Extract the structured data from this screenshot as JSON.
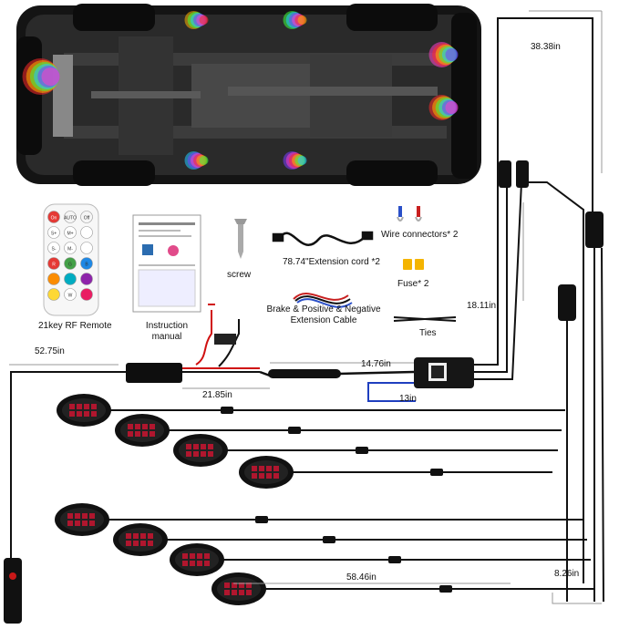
{
  "labels": {
    "remote": "21key RF Remote",
    "manual": "Instruction manual",
    "screw": "screw",
    "extension_cord": "78.74\"Extension cord *2",
    "wire_connectors": "Wire connectors* 2",
    "fuse": "Fuse* 2",
    "brake_cable": "Brake & Positive & Negative Extension Cable",
    "ties": "Ties",
    "len_38": "38.38in",
    "len_18": "18.11in",
    "len_52": "52.75in",
    "len_14": "14.76in",
    "len_21": "21.85in",
    "len_13": "13in",
    "len_58": "58.46in",
    "len_8": "8.26in"
  },
  "remote_keys": [
    "On",
    "AUTO",
    "Off",
    "S+",
    "M+",
    "",
    "S-",
    "M-",
    "",
    "R",
    "G",
    "B",
    "",
    "",
    "",
    "",
    "W",
    ""
  ],
  "colors": {
    "cable": "#111111",
    "red_wire": "#d01010",
    "blue_wire": "#1f3fbf",
    "rgb": [
      "#ff2a2a",
      "#ffb000",
      "#3cff3c",
      "#20c8ff",
      "#7a3cff",
      "#ff3cc8"
    ],
    "pod_led": "#b0162e",
    "chassis": "#1a1a1a"
  }
}
